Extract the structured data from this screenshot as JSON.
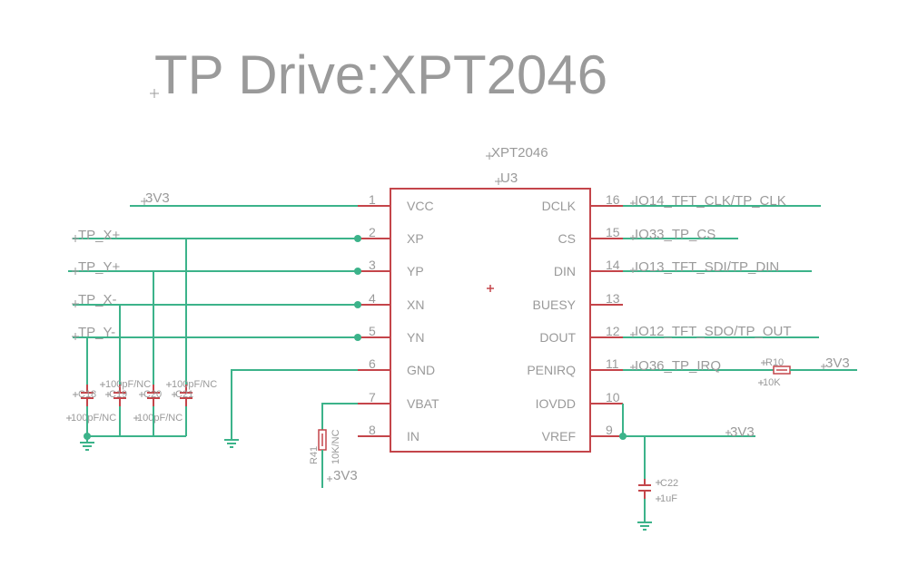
{
  "title": "TP Drive:XPT2046",
  "chip": {
    "value": "XPT2046",
    "name": "U3",
    "left_pins": [
      {
        "num": "1",
        "name": "VCC",
        "net": "3V3"
      },
      {
        "num": "2",
        "name": "XP",
        "net": "TP_X+"
      },
      {
        "num": "3",
        "name": "YP",
        "net": "TP_Y+"
      },
      {
        "num": "4",
        "name": "XN",
        "net": "TP_X-"
      },
      {
        "num": "5",
        "name": "YN",
        "net": "TP_Y-"
      },
      {
        "num": "6",
        "name": "GND",
        "net": ""
      },
      {
        "num": "7",
        "name": "VBAT",
        "net": ""
      },
      {
        "num": "8",
        "name": "IN",
        "net": ""
      }
    ],
    "right_pins": [
      {
        "num": "16",
        "name": "DCLK",
        "net": "IO14_TFT_CLK/TP_CLK"
      },
      {
        "num": "15",
        "name": "CS",
        "net": "IO33_TP_CS"
      },
      {
        "num": "14",
        "name": "DIN",
        "net": "IO13_TFT_SDI/TP_DIN"
      },
      {
        "num": "13",
        "name": "BUESY",
        "net": ""
      },
      {
        "num": "12",
        "name": "DOUT",
        "net": "IO12_TFT_SDO/TP_OUT"
      },
      {
        "num": "11",
        "name": "PENIRQ",
        "net": "IO36_TP_IRQ"
      },
      {
        "num": "10",
        "name": "IOVDD",
        "net": ""
      },
      {
        "num": "9",
        "name": "VREF",
        "net": "3V3"
      }
    ]
  },
  "capacitors": [
    {
      "name": "C18",
      "value": "100pF/NC"
    },
    {
      "name": "C19",
      "value": "100pF/NC"
    },
    {
      "name": "C20",
      "value": "100pF/NC"
    },
    {
      "name": "C21",
      "value": "100pF/NC"
    },
    {
      "name": "C22",
      "value": "1uF"
    }
  ],
  "resistors": [
    {
      "name": "R10",
      "value": "10K",
      "net": "3V3"
    },
    {
      "name": "R41",
      "value": "10K/NC",
      "net": "3V3"
    }
  ],
  "colors": {
    "wire": "#3cb38a",
    "part": "#c4454a",
    "text": "#9a9a9a"
  }
}
